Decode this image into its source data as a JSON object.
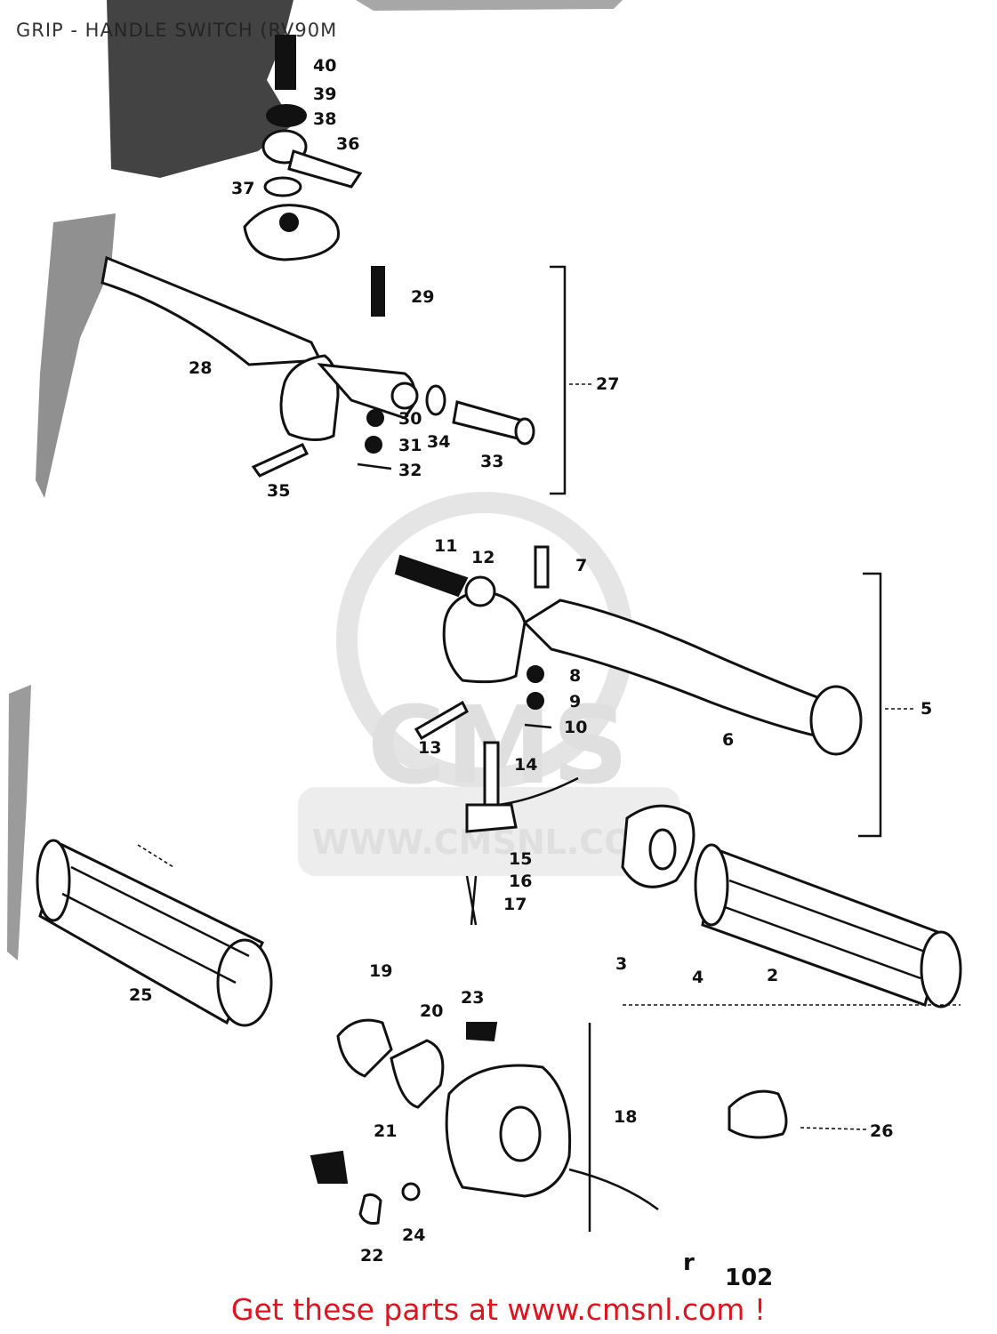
{
  "page": {
    "title": "GRIP - HANDLE SWITCH (RV90M",
    "footer_link": "Get these parts at www.cmsnl.com !"
  },
  "diagram": {
    "figure_number": "102",
    "figure_prefix": "r",
    "watermark": {
      "logo_text": "CMS",
      "url_text": "WWW.CMSNL.COM"
    },
    "callouts": [
      "2",
      "3",
      "4",
      "5",
      "6",
      "7",
      "8",
      "9",
      "10",
      "11",
      "12",
      "13",
      "14",
      "15",
      "16",
      "17",
      "18",
      "19",
      "20",
      "21",
      "22",
      "23",
      "24",
      "25",
      "26",
      "27",
      "28",
      "29",
      "30",
      "31",
      "32",
      "33",
      "34",
      "35",
      "36",
      "37",
      "38",
      "39",
      "40"
    ],
    "colors": {
      "footer_link": "#e0141e",
      "title": "#333333",
      "line_art": "#111111",
      "watermark": "#dcdcdc"
    }
  }
}
